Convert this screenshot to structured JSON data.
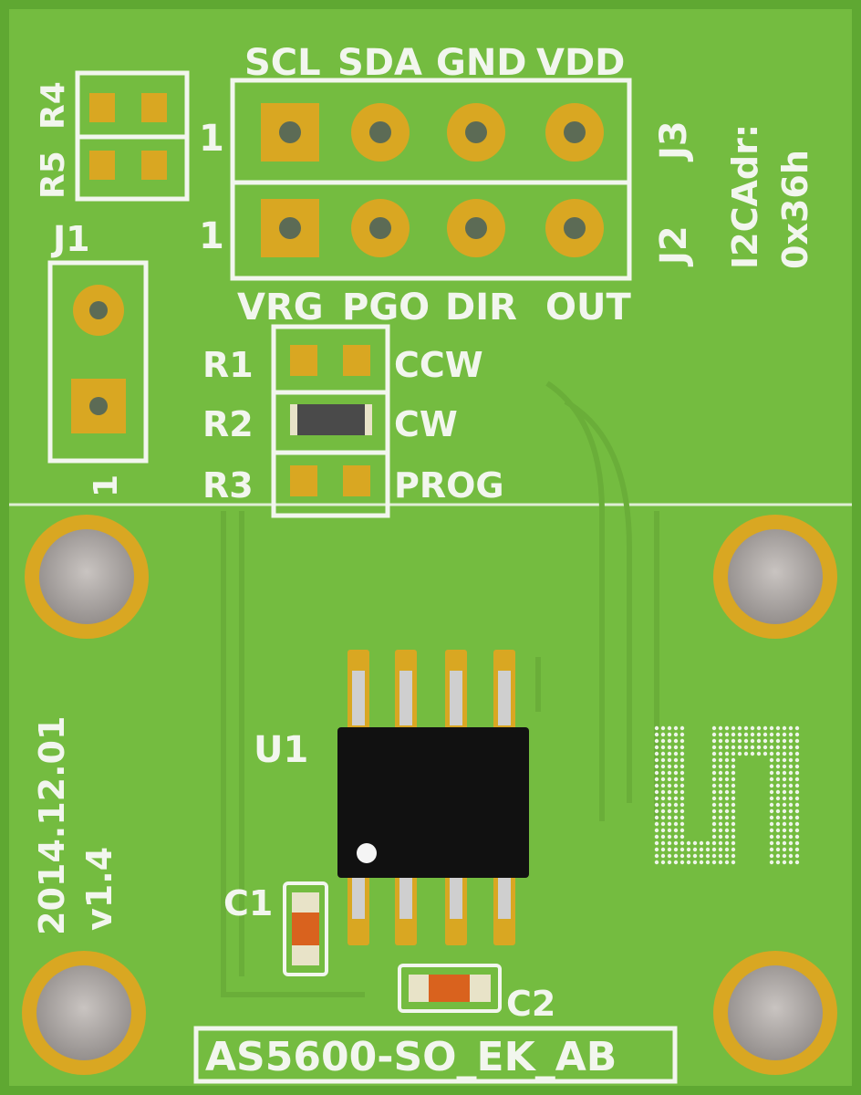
{
  "board_name": "AS5600-SO_EK_AB",
  "j3_pins": [
    "SCL",
    "SDA",
    "GND",
    "VDD"
  ],
  "j2_pins": [
    "VRG",
    "PGO",
    "DIR",
    "OUT"
  ],
  "j3_label": "J3",
  "j2_label": "J2",
  "pin1_marker": "1",
  "i2c_label": "I2CAdr:",
  "i2c_value": "0x36h",
  "r4_label": "R4",
  "r5_label": "R5",
  "j1_label": "J1",
  "r1_label": "R1",
  "r2_label": "R2",
  "r3_label": "R3",
  "r1_function": "CCW",
  "r2_function": "CW",
  "r3_function": "PROG",
  "u1_label": "U1",
  "c1_label": "C1",
  "c2_label": "C2",
  "date": "2014.12.01",
  "version": "v1.4",
  "colors": {
    "board": "#72bb3e",
    "pad": "#d9a722",
    "silk": "#f2f6ee",
    "chip": "#111111"
  }
}
